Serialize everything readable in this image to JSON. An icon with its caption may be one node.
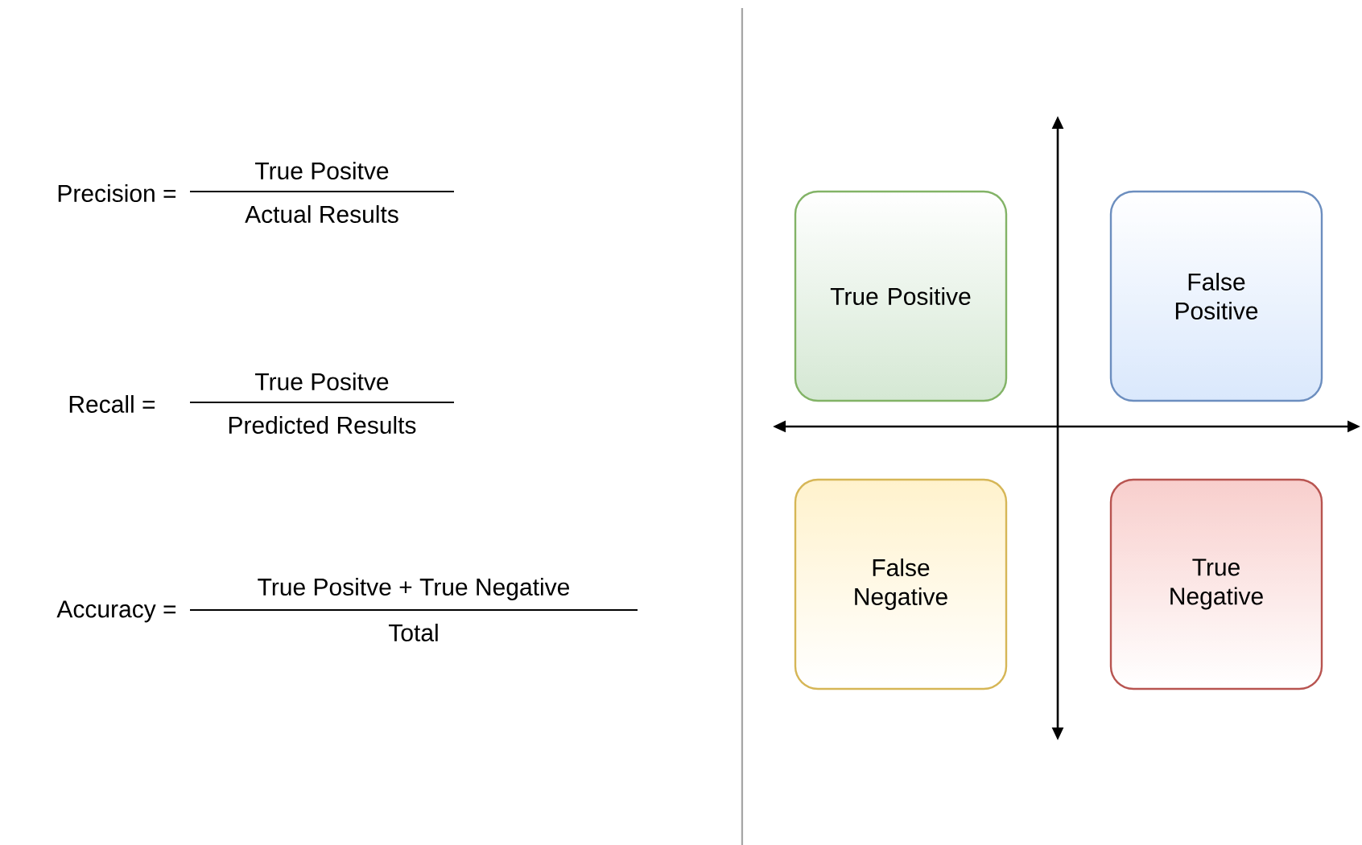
{
  "diagram": {
    "nodes": [
      {
        "text": [
          "True Positive"
        ]
      },
      {
        "text": [
          "False Positive"
        ]
      },
      {
        "text": [
          "False Negative"
        ]
      },
      {
        "text": [
          "True Negative"
        ]
      }
    ],
    "labels": [
      "Precision =",
      "True Positve",
      "Actual Results",
      "Recall =",
      "True Positve",
      "Predicted Results",
      "Accuracy =",
      "True Positve + True Negative",
      "Total"
    ]
  }
}
